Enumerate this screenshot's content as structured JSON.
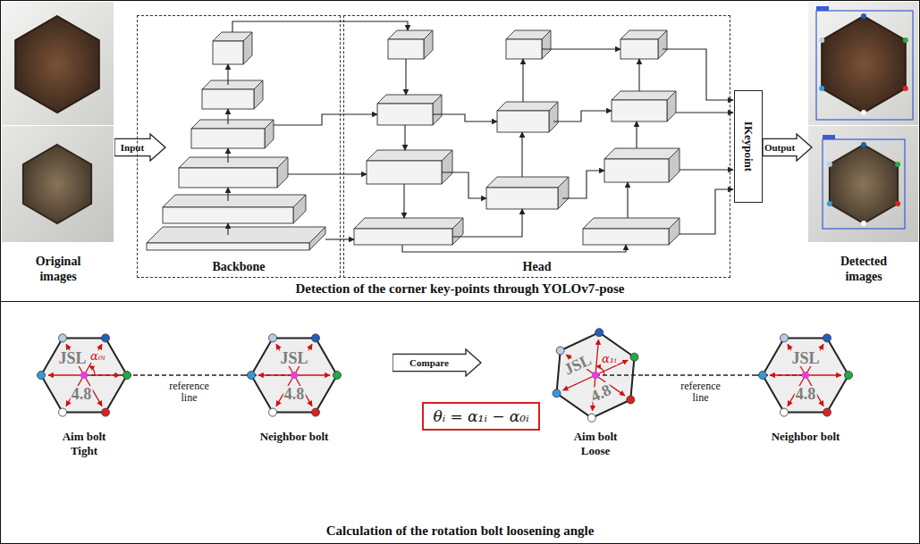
{
  "diagram": {
    "nodes": [
      {
        "text": [
          "Detection of the corner key-points through YOLOv7-pose"
        ]
      },
      {
        "text": [
          "Input"
        ],
        "in": 0
      },
      {
        "text": [
          "Backbone"
        ],
        "in": 0
      },
      {
        "text": [
          "Head"
        ],
        "in": 0
      },
      {
        "text": [
          "IKeypoint"
        ],
        "in": 0
      },
      {
        "text": [
          "Output"
        ],
        "in": 0
      },
      {
        "text": [
          "Calculation of the rotation bolt loosening angle"
        ]
      },
      {
        "text": [
          "JSL",
          "4.8",
          "α₀ᵢ",
          "Aim bolt Tight"
        ],
        "in": 6
      },
      {
        "text": [
          "JSL",
          "4.8",
          "Neighbor bolt"
        ],
        "in": 6
      },
      {
        "text": [
          "Compare"
        ],
        "in": 6
      },
      {
        "text": [
          "θᵢ = α₁ᵢ − α₀ᵢ"
        ],
        "in": 6
      },
      {
        "text": [
          "JSL",
          "4.8",
          "α₁ᵢ",
          "Aim bolt Loose"
        ],
        "in": 6
      },
      {
        "text": [
          "JSL",
          "4.8",
          "Neighbor bolt"
        ],
        "in": 6
      }
    ],
    "edges": [
      {
        "from": 7,
        "to": 8,
        "label": "reference line",
        "arrow": "none"
      },
      {
        "from": 11,
        "to": 12,
        "label": "reference line",
        "arrow": "none"
      }
    ],
    "labels": [
      "Original images",
      "Detected images"
    ]
  }
}
